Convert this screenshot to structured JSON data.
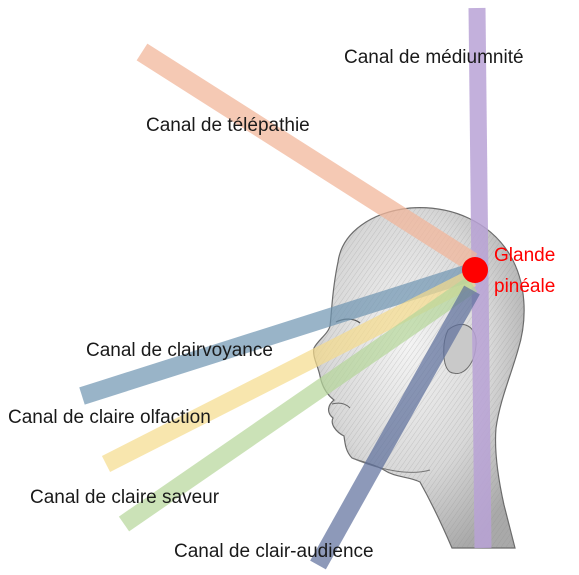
{
  "labels": {
    "mediumnite": "Canal de médiumnité",
    "telepathie": "Canal de télépathie",
    "clairvoyance": "Canal de clairvoyance",
    "claire_olfaction": "Canal de claire olfaction",
    "claire_saveur": "Canal de claire saveur",
    "clair_audience": "Canal de clair-audience",
    "glande_line1": "Glande",
    "glande_line2": "pinéale"
  },
  "colors": {
    "mediumnite": "#b9a3d6",
    "telepathie": "#f2b79c",
    "clairvoyance": "#6f95b2",
    "claire_olfaction": "#f6dc8c",
    "claire_saveur": "#b6d79a",
    "clair_audience": "#5d6f9c",
    "pineal_dot": "#ff0000",
    "pineal_text": "#ff0000"
  }
}
